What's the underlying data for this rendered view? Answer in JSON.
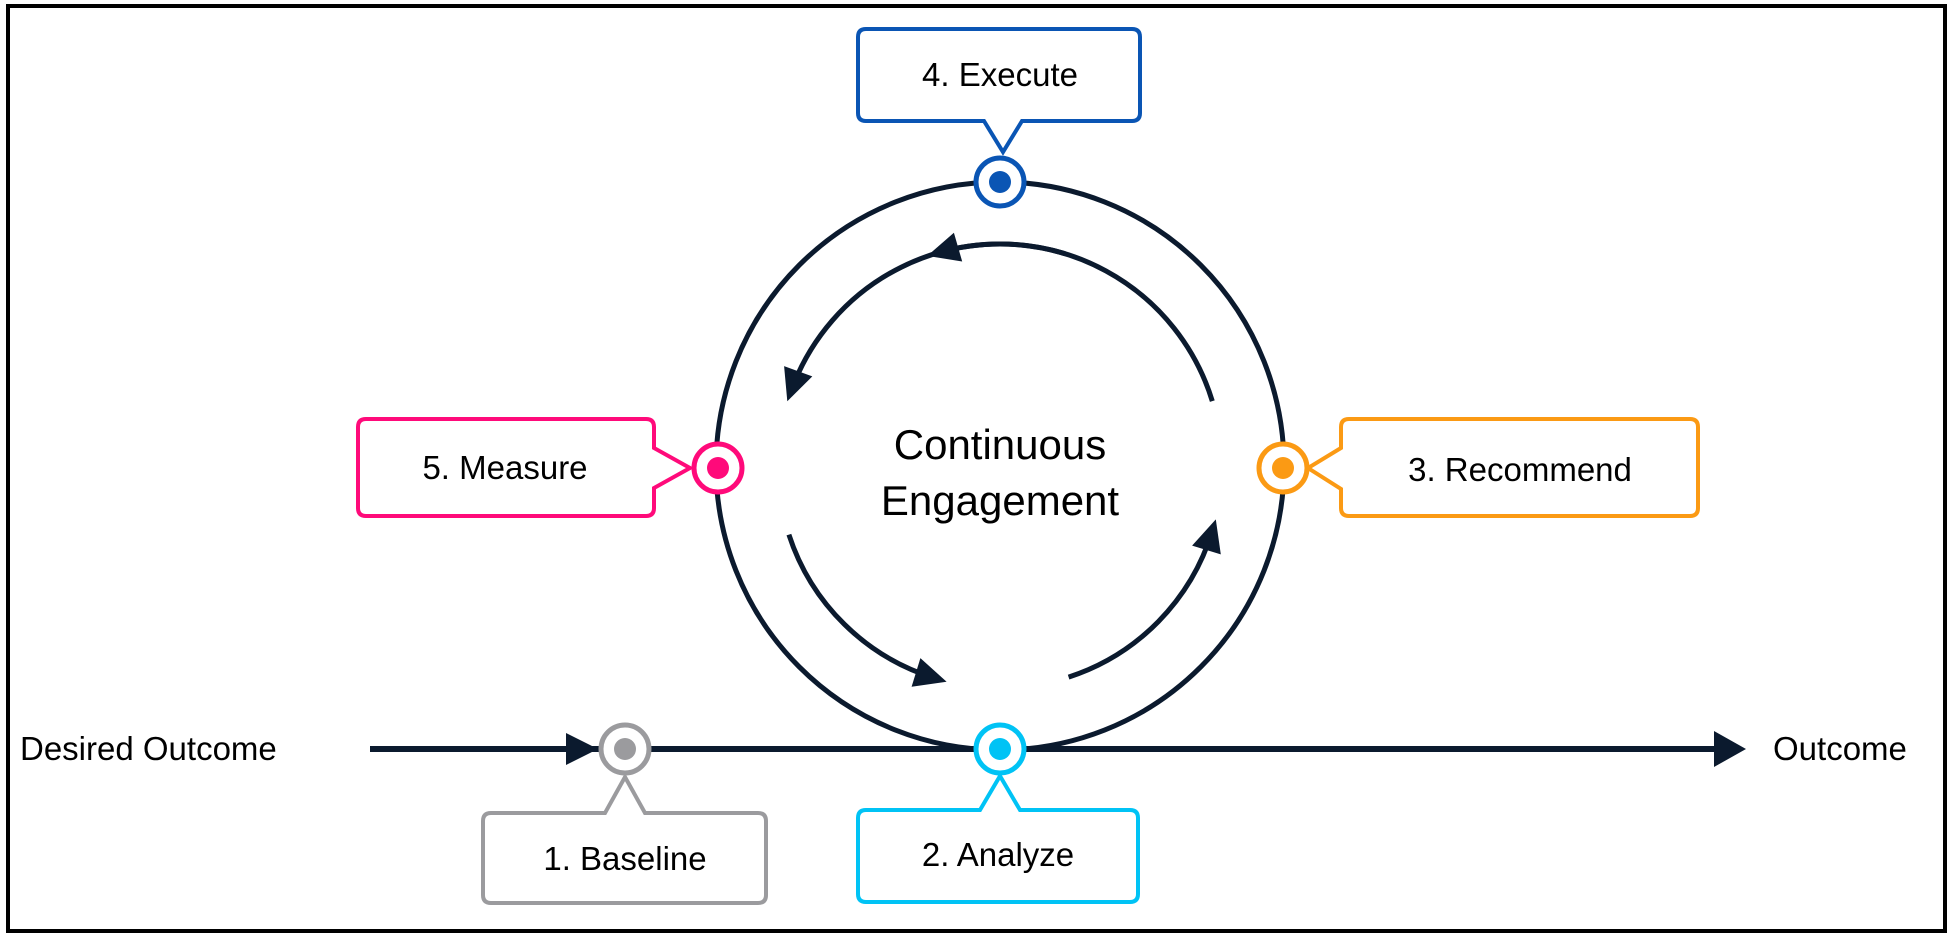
{
  "title": "Continuous Engagement",
  "title_lines": [
    "Continuous",
    "Engagement"
  ],
  "start_label": "Desired Outcome",
  "end_label": "Outcome",
  "colors": {
    "line": "#0b1a2e",
    "frame": "#000000",
    "baseline": "#9b9b9e",
    "analyze": "#00c3f5",
    "recommend": "#fb9a14",
    "execute": "#0a55b4",
    "measure": "#ff0a7a"
  },
  "steps": [
    {
      "id": "baseline",
      "number": 1,
      "label": "1. Baseline",
      "color": "#9b9b9e",
      "position": "on-timeline"
    },
    {
      "id": "analyze",
      "number": 2,
      "label": "2. Analyze",
      "color": "#00c3f5",
      "position": "bottom"
    },
    {
      "id": "recommend",
      "number": 3,
      "label": "3. Recommend",
      "color": "#fb9a14",
      "position": "right"
    },
    {
      "id": "execute",
      "number": 4,
      "label": "4. Execute",
      "color": "#0a55b4",
      "position": "top"
    },
    {
      "id": "measure",
      "number": 5,
      "label": "5. Measure",
      "color": "#ff0a7a",
      "position": "left"
    }
  ],
  "cycle_direction": "counter-clockwise",
  "icons": {
    "node": "target-dot-icon",
    "arrow": "curved-arrow-icon",
    "timeline_arrow": "arrow-right-icon"
  }
}
